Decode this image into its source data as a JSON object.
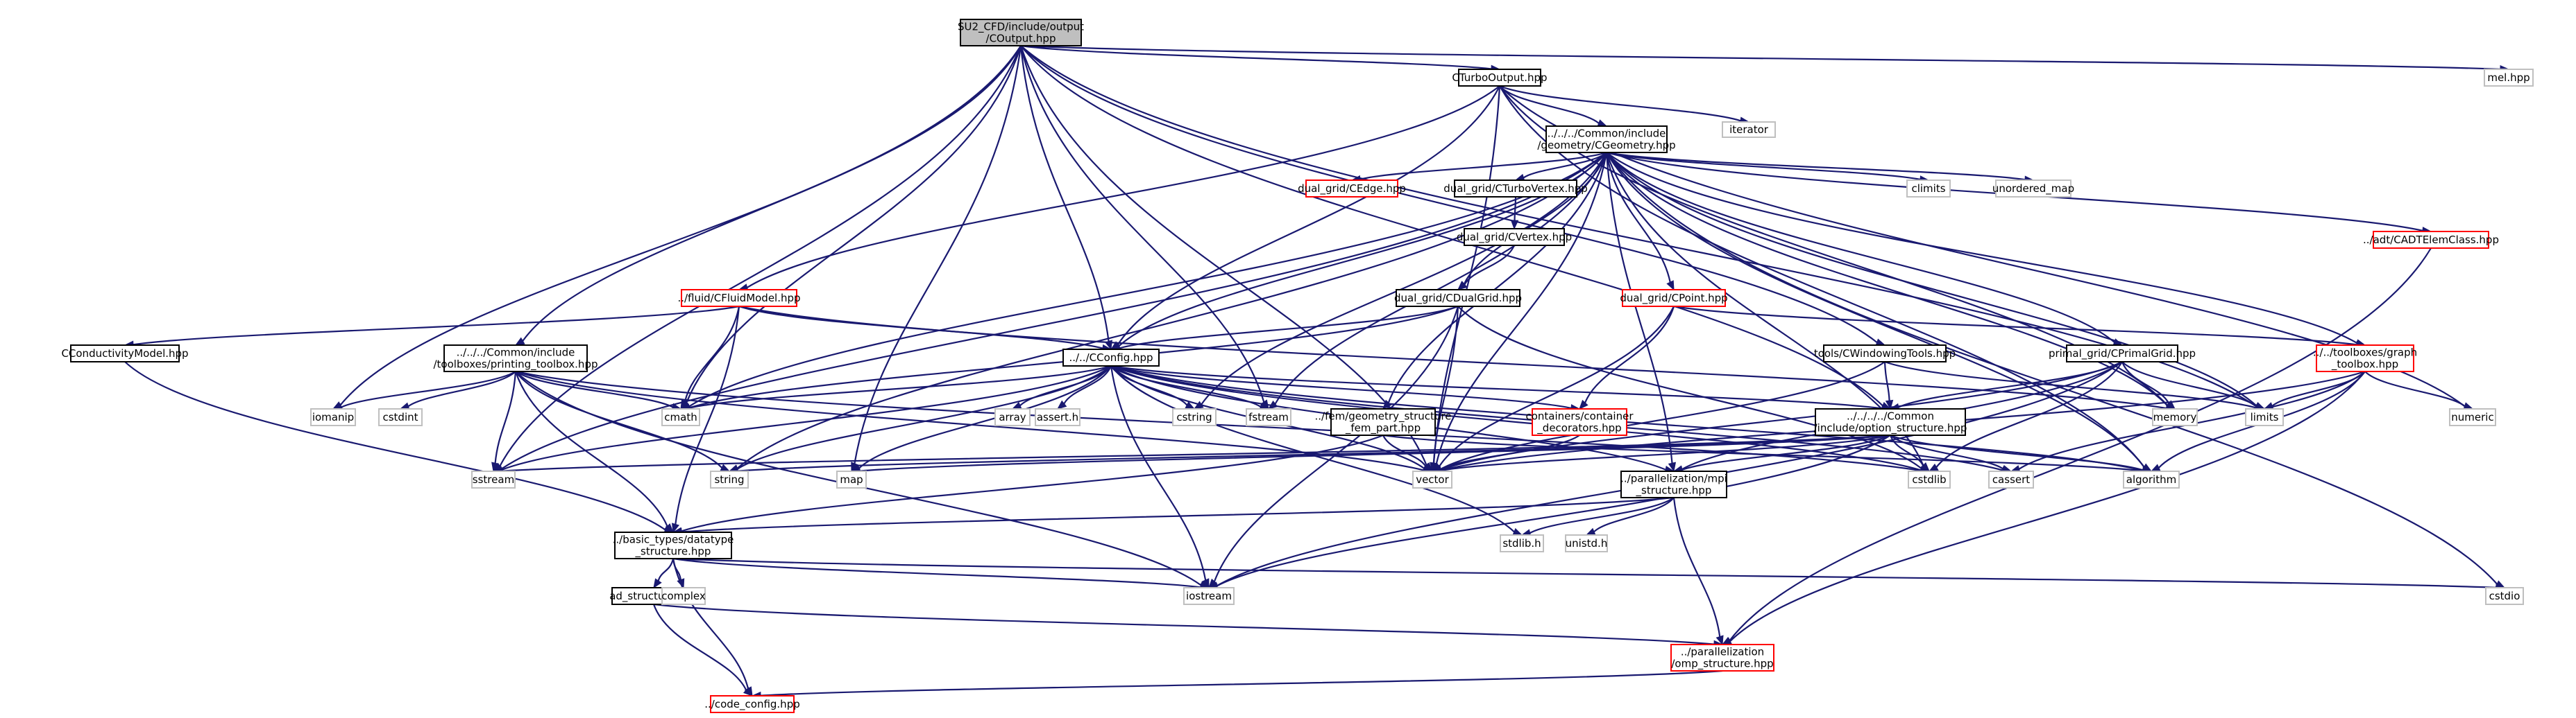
{
  "colors": {
    "edge": "#191970",
    "root_fill": "#bfbfbf",
    "box_border": "#000000",
    "missing_border": "#ff0000",
    "system_border": "#bfbfbf",
    "fill": "#ffffff"
  },
  "nodes": [
    {
      "id": "coutput",
      "label": [
        "SU2_CFD/include/output",
        "/COutput.hpp"
      ],
      "kind": "root"
    },
    {
      "id": "cturbo",
      "label": [
        "CTurboOutput.hpp"
      ],
      "kind": "doc"
    },
    {
      "id": "melhpp",
      "label": [
        "mel.hpp"
      ],
      "kind": "sys"
    },
    {
      "id": "cgeom",
      "label": [
        "../../../Common/include",
        "/geometry/CGeometry.hpp"
      ],
      "kind": "doc"
    },
    {
      "id": "iterator",
      "label": [
        "iterator"
      ],
      "kind": "sys"
    },
    {
      "id": "cedge",
      "label": [
        "dual_grid/CEdge.hpp"
      ],
      "kind": "missing"
    },
    {
      "id": "cturbovtx",
      "label": [
        "dual_grid/CTurboVertex.hpp"
      ],
      "kind": "doc"
    },
    {
      "id": "climits",
      "label": [
        "climits"
      ],
      "kind": "sys"
    },
    {
      "id": "unordmap",
      "label": [
        "unordered_map"
      ],
      "kind": "sys"
    },
    {
      "id": "adt",
      "label": [
        "../adt/CADTElemClass.hpp"
      ],
      "kind": "missing"
    },
    {
      "id": "cvertex",
      "label": [
        "dual_grid/CVertex.hpp"
      ],
      "kind": "doc"
    },
    {
      "id": "cdual",
      "label": [
        "dual_grid/CDualGrid.hpp"
      ],
      "kind": "doc"
    },
    {
      "id": "cpoint",
      "label": [
        "dual_grid/CPoint.hpp"
      ],
      "kind": "missing"
    },
    {
      "id": "cfluid",
      "label": [
        "../fluid/CFluidModel.hpp"
      ],
      "kind": "missing"
    },
    {
      "id": "ccond",
      "label": [
        "CConductivityModel.hpp"
      ],
      "kind": "doc"
    },
    {
      "id": "printing",
      "label": [
        "../../../Common/include",
        "/toolboxes/printing_toolbox.hpp"
      ],
      "kind": "doc"
    },
    {
      "id": "cconfig",
      "label": [
        "../../CConfig.hpp"
      ],
      "kind": "doc"
    },
    {
      "id": "fem",
      "label": [
        "../fem/geometry_structure",
        "_fem_part.hpp"
      ],
      "kind": "doc"
    },
    {
      "id": "container",
      "label": [
        "containers/container",
        "_decorators.hpp"
      ],
      "kind": "missing"
    },
    {
      "id": "cwindow",
      "label": [
        "tools/CWindowingTools.hpp"
      ],
      "kind": "doc"
    },
    {
      "id": "cprimal",
      "label": [
        "primal_grid/CPrimalGrid.hpp"
      ],
      "kind": "doc"
    },
    {
      "id": "graph",
      "label": [
        "../../toolboxes/graph",
        "_toolbox.hpp"
      ],
      "kind": "missing"
    },
    {
      "id": "option",
      "label": [
        "../../../../Common",
        "/include/option_structure.hpp"
      ],
      "kind": "doc"
    },
    {
      "id": "mpi",
      "label": [
        "../parallelization/mpi",
        "_structure.hpp"
      ],
      "kind": "doc"
    },
    {
      "id": "datatype",
      "label": [
        "../basic_types/datatype",
        "_structure.hpp"
      ],
      "kind": "doc"
    },
    {
      "id": "adstruct",
      "label": [
        "ad_structure.hpp"
      ],
      "kind": "doc"
    },
    {
      "id": "omp",
      "label": [
        "../parallelization",
        "/omp_structure.hpp"
      ],
      "kind": "missing"
    },
    {
      "id": "codecfg",
      "label": [
        "../code_config.hpp"
      ],
      "kind": "missing"
    },
    {
      "id": "iomanip",
      "label": [
        "iomanip"
      ],
      "kind": "sys"
    },
    {
      "id": "cstdint",
      "label": [
        "cstdint"
      ],
      "kind": "sys"
    },
    {
      "id": "cmath",
      "label": [
        "cmath"
      ],
      "kind": "sys"
    },
    {
      "id": "array",
      "label": [
        "array"
      ],
      "kind": "sys"
    },
    {
      "id": "asserth",
      "label": [
        "assert.h"
      ],
      "kind": "sys"
    },
    {
      "id": "cstring",
      "label": [
        "cstring"
      ],
      "kind": "sys"
    },
    {
      "id": "fstream",
      "label": [
        "fstream"
      ],
      "kind": "sys"
    },
    {
      "id": "memory",
      "label": [
        "memory"
      ],
      "kind": "sys"
    },
    {
      "id": "limits",
      "label": [
        "limits"
      ],
      "kind": "sys"
    },
    {
      "id": "numeric",
      "label": [
        "numeric"
      ],
      "kind": "sys"
    },
    {
      "id": "sstream",
      "label": [
        "sstream"
      ],
      "kind": "sys"
    },
    {
      "id": "string",
      "label": [
        "string"
      ],
      "kind": "sys"
    },
    {
      "id": "map",
      "label": [
        "map"
      ],
      "kind": "sys"
    },
    {
      "id": "vector",
      "label": [
        "vector"
      ],
      "kind": "sys"
    },
    {
      "id": "cstdlib",
      "label": [
        "cstdlib"
      ],
      "kind": "sys"
    },
    {
      "id": "cassert",
      "label": [
        "cassert"
      ],
      "kind": "sys"
    },
    {
      "id": "algorithm",
      "label": [
        "algorithm"
      ],
      "kind": "sys"
    },
    {
      "id": "stdlibh",
      "label": [
        "stdlib.h"
      ],
      "kind": "sys"
    },
    {
      "id": "unistdh",
      "label": [
        "unistd.h"
      ],
      "kind": "sys"
    },
    {
      "id": "complex",
      "label": [
        "complex"
      ],
      "kind": "sys"
    },
    {
      "id": "iostream",
      "label": [
        "iostream"
      ],
      "kind": "sys"
    },
    {
      "id": "cstdio",
      "label": [
        "cstdio"
      ],
      "kind": "sys"
    }
  ],
  "edges": [
    [
      "coutput",
      "cturbo"
    ],
    [
      "coutput",
      "melhpp"
    ],
    [
      "coutput",
      "cconfig"
    ],
    [
      "coutput",
      "printing"
    ],
    [
      "coutput",
      "cwindow"
    ],
    [
      "coutput",
      "option"
    ],
    [
      "coutput",
      "sstream"
    ],
    [
      "coutput",
      "iomanip"
    ],
    [
      "coutput",
      "cmath"
    ],
    [
      "coutput",
      "fstream"
    ],
    [
      "coutput",
      "vector"
    ],
    [
      "coutput",
      "map"
    ],
    [
      "coutput",
      "limits"
    ],
    [
      "cturbo",
      "cgeom"
    ],
    [
      "cturbo",
      "iterator"
    ],
    [
      "cturbo",
      "cfluid"
    ],
    [
      "cturbo",
      "cconfig"
    ],
    [
      "cturbo",
      "memory"
    ],
    [
      "cturbo",
      "numeric"
    ],
    [
      "cturbo",
      "vector"
    ],
    [
      "cturbo",
      "algorithm"
    ],
    [
      "cgeom",
      "cedge"
    ],
    [
      "cgeom",
      "cturbovtx"
    ],
    [
      "cgeom",
      "climits"
    ],
    [
      "cgeom",
      "unordmap"
    ],
    [
      "cgeom",
      "adt"
    ],
    [
      "cgeom",
      "cdual"
    ],
    [
      "cgeom",
      "cpoint"
    ],
    [
      "cgeom",
      "cconfig"
    ],
    [
      "cgeom",
      "fem"
    ],
    [
      "cgeom",
      "cprimal"
    ],
    [
      "cgeom",
      "graph"
    ],
    [
      "cgeom",
      "mpi"
    ],
    [
      "cgeom",
      "memory"
    ],
    [
      "cgeom",
      "limits"
    ],
    [
      "cgeom",
      "cstddio_dummy"
    ],
    [
      "cgeom",
      "cmath"
    ],
    [
      "cgeom",
      "cstring"
    ],
    [
      "cgeom",
      "fstream"
    ],
    [
      "cgeom",
      "string"
    ],
    [
      "cgeom",
      "sstream"
    ],
    [
      "cgeom",
      "vector"
    ],
    [
      "cgeom",
      "algorithm"
    ],
    [
      "cgeom",
      "cstdlib"
    ],
    [
      "cgeom",
      "cstdio"
    ],
    [
      "cturbovtx",
      "cvertex"
    ],
    [
      "cvertex",
      "cdual"
    ],
    [
      "cdual",
      "cconfig"
    ],
    [
      "cdual",
      "cmath"
    ],
    [
      "cdual",
      "cstdlib"
    ],
    [
      "cdual",
      "vector"
    ],
    [
      "cdual",
      "iostream"
    ],
    [
      "cpoint",
      "container"
    ],
    [
      "cpoint",
      "graph"
    ],
    [
      "cpoint",
      "vector"
    ],
    [
      "cfluid",
      "ccond"
    ],
    [
      "cfluid",
      "cconfig"
    ],
    [
      "cfluid",
      "cmath"
    ],
    [
      "cfluid",
      "datatype"
    ],
    [
      "cfluid",
      "memory"
    ],
    [
      "ccond",
      "datatype"
    ],
    [
      "printing",
      "cmath"
    ],
    [
      "printing",
      "iomanip"
    ],
    [
      "printing",
      "cstdint"
    ],
    [
      "printing",
      "sstream"
    ],
    [
      "printing",
      "string"
    ],
    [
      "printing",
      "vector"
    ],
    [
      "printing",
      "iostream"
    ],
    [
      "printing",
      "datatype"
    ],
    [
      "printing",
      "cstdlib"
    ],
    [
      "cconfig",
      "cmath"
    ],
    [
      "cconfig",
      "array"
    ],
    [
      "cconfig",
      "asserth"
    ],
    [
      "cconfig",
      "cstring"
    ],
    [
      "cconfig",
      "fstream"
    ],
    [
      "cconfig",
      "option"
    ],
    [
      "cconfig",
      "container"
    ],
    [
      "cconfig",
      "mpi"
    ],
    [
      "cconfig",
      "sstream"
    ],
    [
      "cconfig",
      "string"
    ],
    [
      "cconfig",
      "map"
    ],
    [
      "cconfig",
      "vector"
    ],
    [
      "cconfig",
      "stdlibh"
    ],
    [
      "cconfig",
      "iostream"
    ],
    [
      "cconfig",
      "cstdlib"
    ],
    [
      "cconfig",
      "cassert"
    ],
    [
      "cconfig",
      "algorithm"
    ],
    [
      "fem",
      "vector"
    ],
    [
      "fem",
      "datatype"
    ],
    [
      "fem",
      "algorithm"
    ],
    [
      "container",
      "vector"
    ],
    [
      "cwindow",
      "option"
    ],
    [
      "cwindow",
      "limits"
    ],
    [
      "cwindow",
      "vector"
    ],
    [
      "cprimal",
      "option"
    ],
    [
      "cprimal",
      "memory"
    ],
    [
      "cprimal",
      "limits"
    ],
    [
      "cprimal",
      "vector"
    ],
    [
      "cprimal",
      "cstdlib"
    ],
    [
      "cprimal",
      "iostream"
    ],
    [
      "cprimal",
      "mpi"
    ],
    [
      "graph",
      "limits"
    ],
    [
      "graph",
      "numeric"
    ],
    [
      "graph",
      "cassert"
    ],
    [
      "graph",
      "algorithm"
    ],
    [
      "graph",
      "vector"
    ],
    [
      "graph",
      "omp"
    ],
    [
      "adt",
      "omp"
    ],
    [
      "option",
      "mpi"
    ],
    [
      "option",
      "map"
    ],
    [
      "option",
      "vector"
    ],
    [
      "option",
      "string"
    ],
    [
      "option",
      "sstream"
    ],
    [
      "option",
      "cstdlib"
    ],
    [
      "option",
      "cassert"
    ],
    [
      "option",
      "algorithm"
    ],
    [
      "option",
      "iostream"
    ],
    [
      "mpi",
      "datatype"
    ],
    [
      "mpi",
      "stdlibh"
    ],
    [
      "mpi",
      "unistdh"
    ],
    [
      "mpi",
      "omp"
    ],
    [
      "datatype",
      "adstruct"
    ],
    [
      "datatype",
      "complex"
    ],
    [
      "datatype",
      "iostream"
    ],
    [
      "datatype",
      "codecfg"
    ],
    [
      "datatype",
      "cstdio"
    ],
    [
      "adstruct",
      "omp"
    ],
    [
      "adstruct",
      "codecfg"
    ],
    [
      "omp",
      "codecfg"
    ]
  ]
}
